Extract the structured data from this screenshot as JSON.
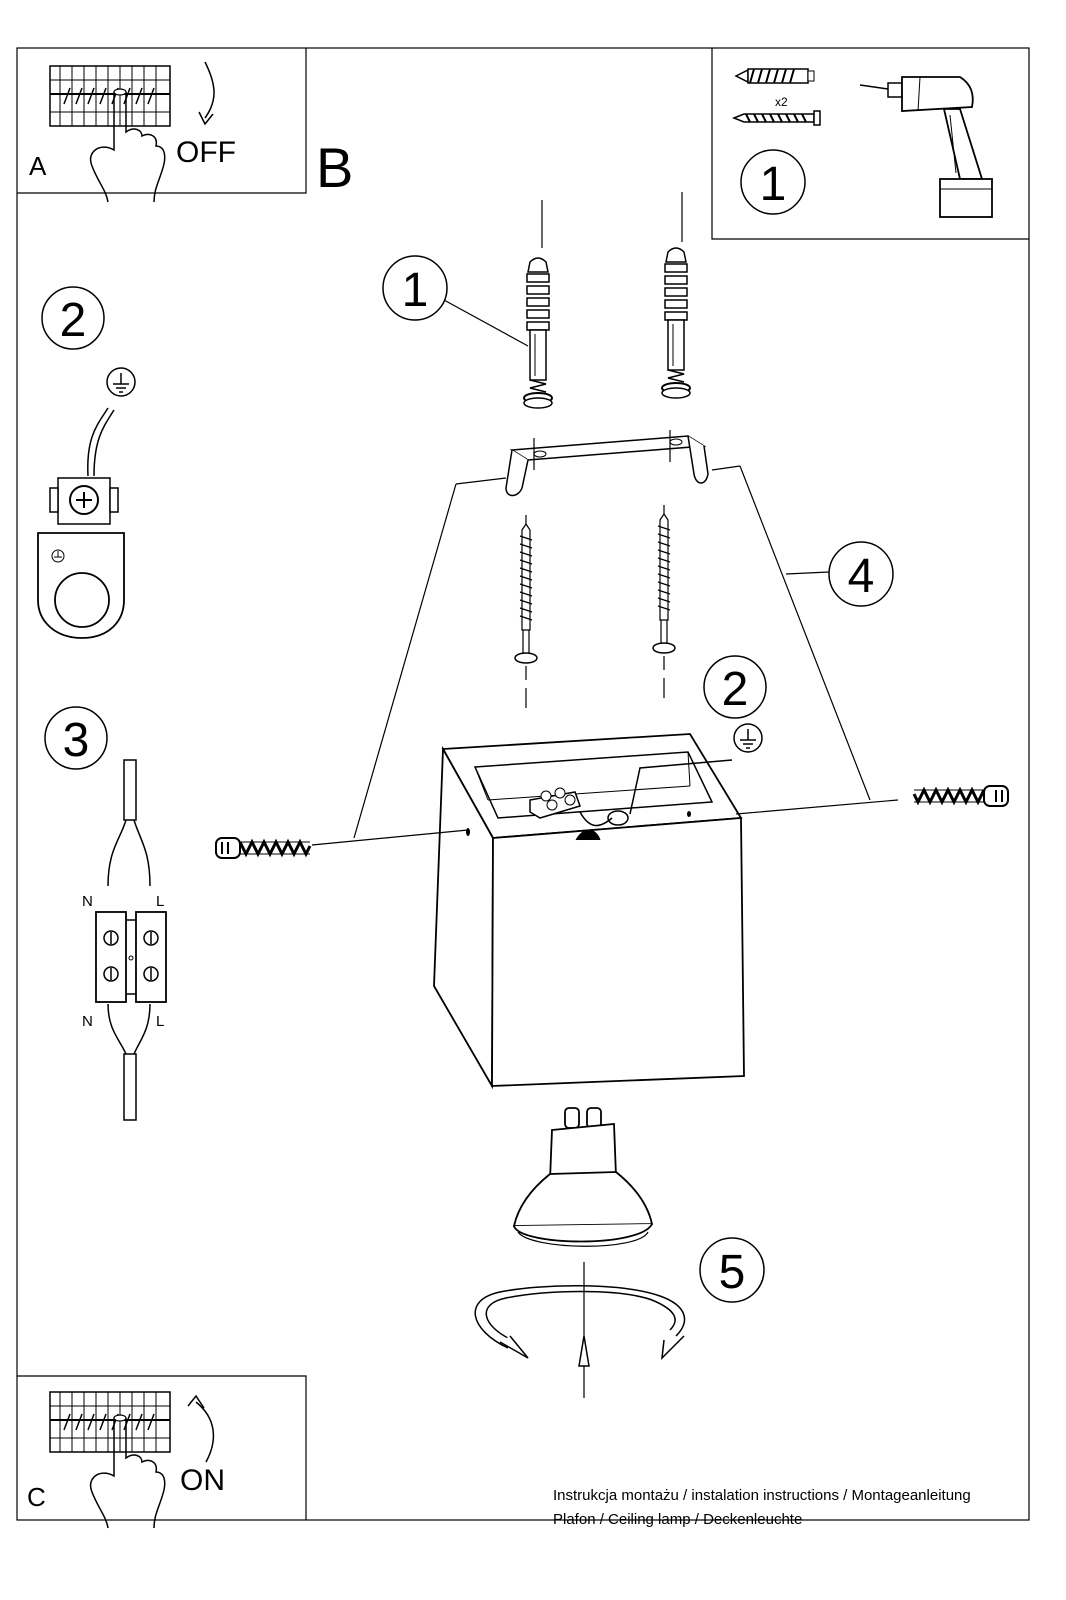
{
  "panels": {
    "a": {
      "letter": "A",
      "action": "OFF"
    },
    "b": {
      "letter": "B"
    },
    "c": {
      "letter": "C",
      "action": "ON"
    }
  },
  "steps": {
    "tools": {
      "number": "1",
      "quantity": "x2"
    },
    "dowel": {
      "number": "1"
    },
    "ground": {
      "number": "2"
    },
    "ground_main": {
      "number": "2"
    },
    "wiring": {
      "number": "3",
      "neutral": "N",
      "live": "L"
    },
    "housing": {
      "number": "4"
    },
    "bulb": {
      "number": "5"
    }
  },
  "icons": [
    "earth-ground-icon",
    "drill-icon",
    "wall-plug-icon",
    "screw-icon",
    "breaker-panel-icon",
    "hand-icon",
    "arrow-icon",
    "gu10-bulb-icon",
    "terminal-block-icon"
  ],
  "captions": {
    "line1": "Instrukcja montażu / instalation instructions / Montageanleitung",
    "line2": "Plafon / Ceiling lamp / Deckenleuchte"
  }
}
